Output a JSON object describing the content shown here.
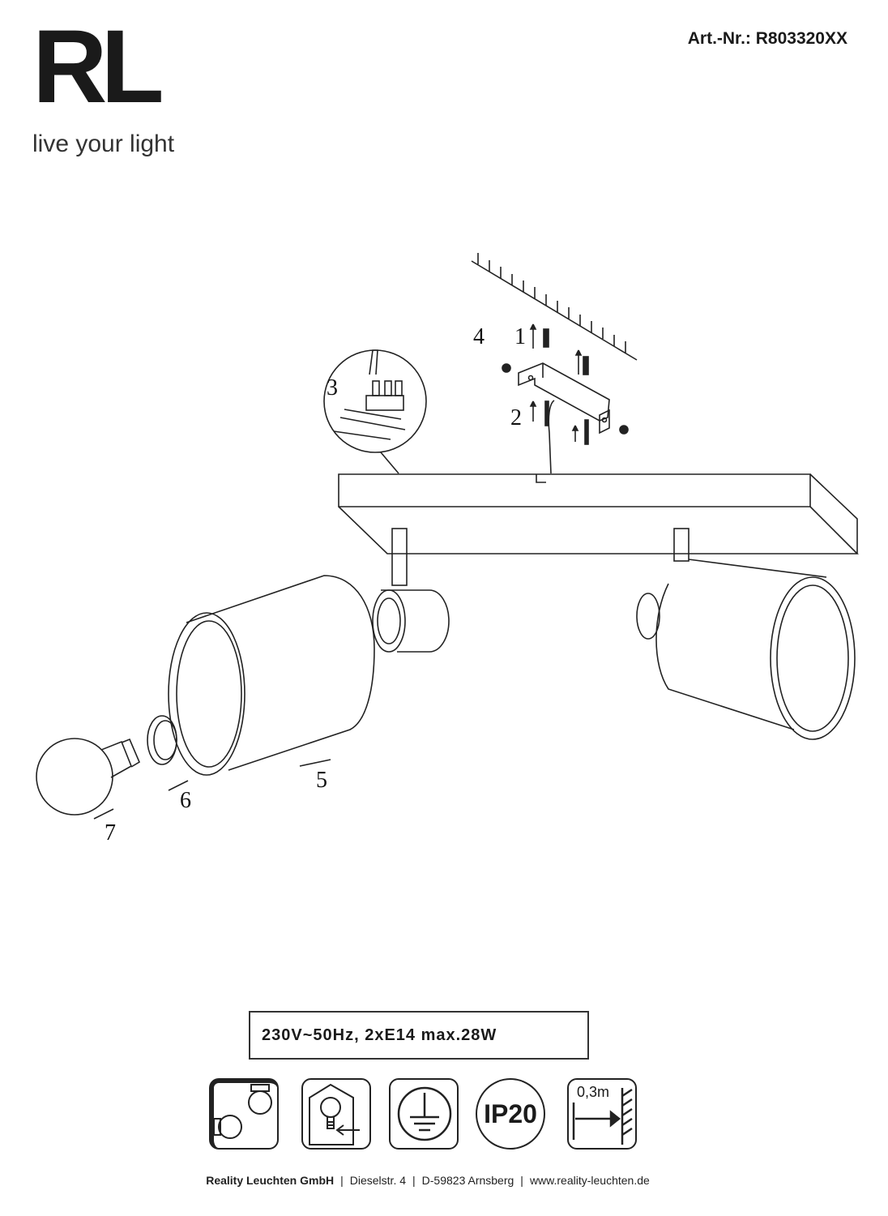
{
  "header": {
    "logo_text": "RL",
    "tagline": "live your light",
    "article_number": "Art.-Nr.: R803320XX"
  },
  "steps": [
    "1",
    "2",
    "3",
    "4",
    "5",
    "6",
    "7"
  ],
  "specs": "230V~50Hz, 2xE14 max.28W",
  "symbols": [
    {
      "name": "adjustable-spot-icon"
    },
    {
      "name": "indoor-use-icon"
    },
    {
      "name": "protective-earth-icon"
    },
    {
      "name": "ip-rating-icon",
      "label": "IP20"
    },
    {
      "name": "min-distance-icon",
      "label": "0,3m"
    }
  ],
  "footer": {
    "company": "Reality Leuchten GmbH",
    "street": "Dieselstr. 4",
    "city": "D-59823 Arnsberg",
    "website": "www.reality-leuchten.de",
    "separator": "|"
  }
}
